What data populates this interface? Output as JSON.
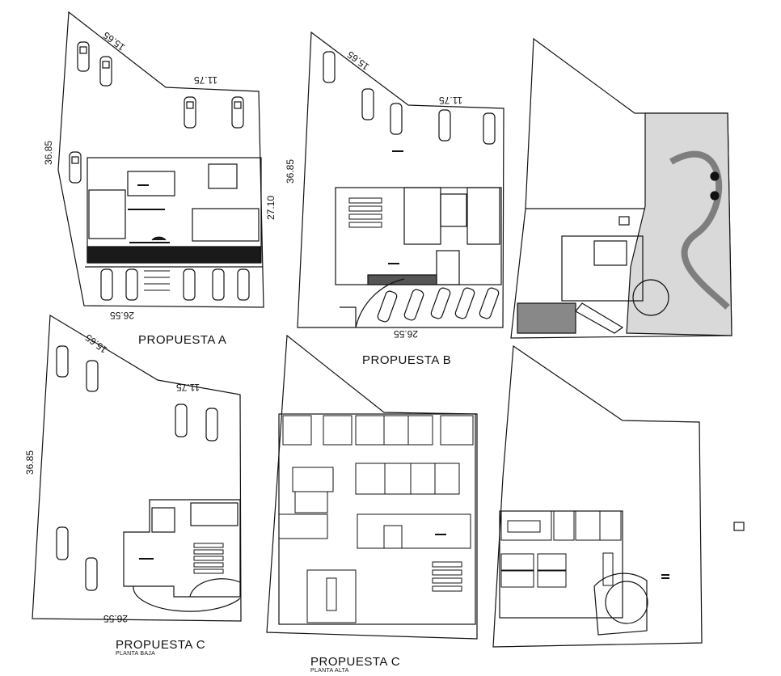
{
  "titles": {
    "a": "PROPUESTA A",
    "b": "PROPUESTA B",
    "c_low": "PROPUESTA C",
    "c_low_sub": "PLANTA BAJA",
    "c_up": "PROPUESTA C",
    "c_up_sub": "PLANTA ALTA"
  },
  "dimensions": {
    "a_diag": "15.65",
    "a_top": "11.75",
    "a_left": "36.85",
    "a_right": "27.10",
    "a_bottom": "26.55",
    "b_diag": "15.65",
    "b_top": "11.75",
    "b_left": "36.85",
    "b_bottom": "26.55",
    "c_diag": "15.65",
    "c_top": "11.75",
    "c_left": "36.85",
    "c_bottom": "26.55"
  },
  "colors": {
    "line": "#111111",
    "fill": "#ffffff",
    "dark": "#1a1a1a"
  }
}
